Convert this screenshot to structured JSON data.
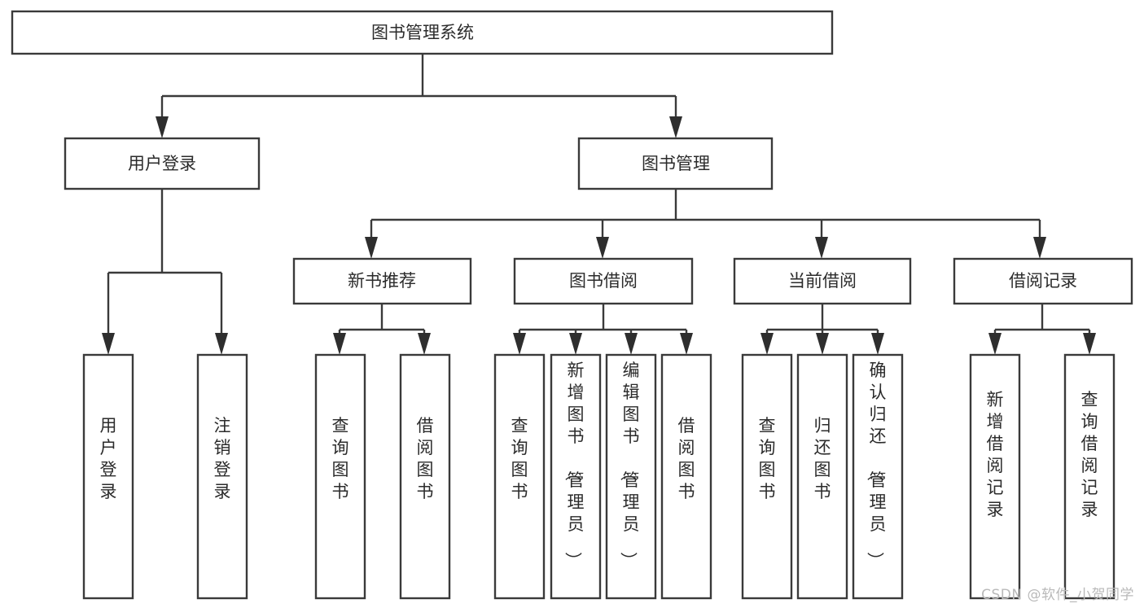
{
  "diagram": {
    "type": "tree",
    "title": "图书管理系统",
    "watermark": "CSDN @软件_小贺同学",
    "colors": {
      "box_stroke": "#3a3a3a",
      "box_fill": "#ffffff",
      "connector": "#3a3a3a",
      "text": "#2b2b2b",
      "watermark": "#b9b9b9",
      "background": "#ffffff"
    },
    "nodes": {
      "root": {
        "label": "图书管理系统",
        "orientation": "horizontal"
      },
      "level2": [
        {
          "label": "用户登录",
          "orientation": "horizontal"
        },
        {
          "label": "图书管理",
          "orientation": "horizontal"
        }
      ],
      "level3": [
        {
          "label": "新书推荐",
          "orientation": "horizontal"
        },
        {
          "label": "图书借阅",
          "orientation": "horizontal"
        },
        {
          "label": "当前借阅",
          "orientation": "horizontal"
        },
        {
          "label": "借阅记录",
          "orientation": "horizontal"
        }
      ],
      "leaves_user_login": [
        {
          "label": "用户登录",
          "orientation": "vertical"
        },
        {
          "label": "注销登录",
          "orientation": "vertical"
        }
      ],
      "leaves_new_book": [
        {
          "label": "查询图书",
          "orientation": "vertical"
        },
        {
          "label": "借阅图书",
          "orientation": "vertical"
        }
      ],
      "leaves_borrow": [
        {
          "label": "查询图书",
          "orientation": "vertical"
        },
        {
          "label": "新增图书（管理员）",
          "orientation": "vertical"
        },
        {
          "label": "编辑图书（管理员）",
          "orientation": "vertical"
        },
        {
          "label": "借阅图书",
          "orientation": "vertical"
        }
      ],
      "leaves_current": [
        {
          "label": "查询图书",
          "orientation": "vertical"
        },
        {
          "label": "归还图书",
          "orientation": "vertical"
        },
        {
          "label": "确认归还（管理员）",
          "orientation": "vertical"
        }
      ],
      "leaves_records": [
        {
          "label": "新增借阅记录",
          "orientation": "vertical"
        },
        {
          "label": "查询借阅记录",
          "orientation": "vertical"
        }
      ]
    }
  }
}
